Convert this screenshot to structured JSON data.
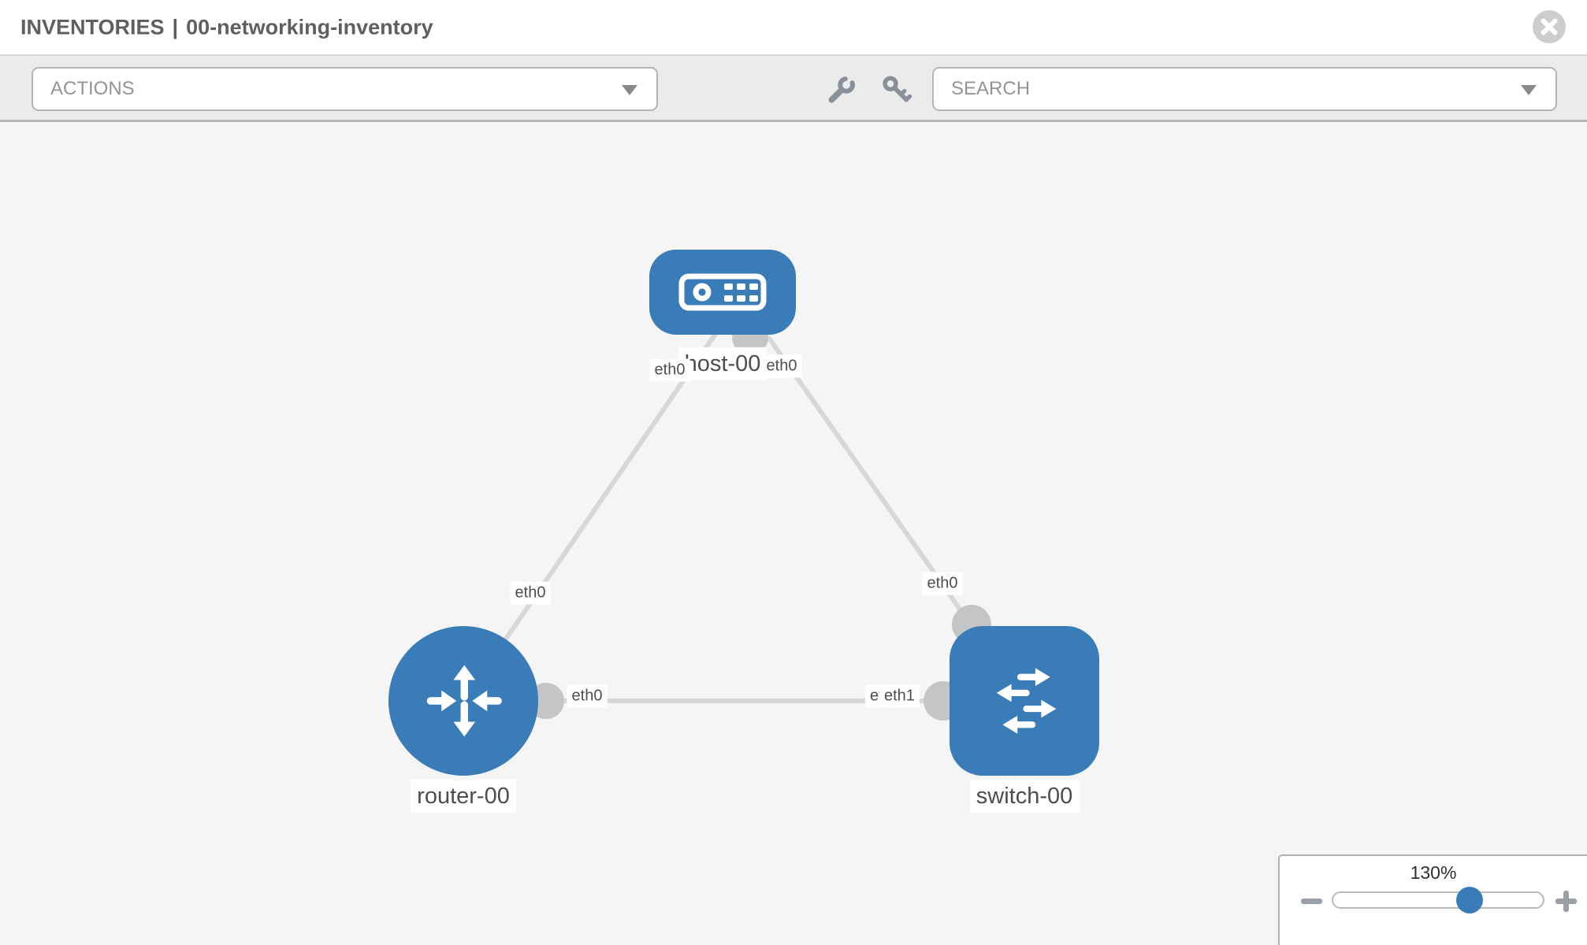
{
  "header": {
    "title_section": "INVENTORIES",
    "separator": "|",
    "inventory_name": "00-networking-inventory"
  },
  "toolbar": {
    "actions_label": "ACTIONS",
    "search_placeholder": "SEARCH"
  },
  "icons": {
    "close": "circle-x",
    "wrench": "wrench",
    "key": "key",
    "caret": "triangle-down",
    "zoom_out": "minus",
    "zoom_in": "plus",
    "host_glyph": "server-appliance",
    "router_glyph": "four-way-arrows",
    "switch_glyph": "alternating-arrows"
  },
  "topology": {
    "nodes": [
      {
        "id": "host-00",
        "label": "host-00",
        "type": "host"
      },
      {
        "id": "router-00",
        "label": "router-00",
        "type": "router"
      },
      {
        "id": "switch-00",
        "label": "switch-00",
        "type": "switch"
      }
    ],
    "links": [
      {
        "from": "host-00",
        "to": "router-00",
        "from_interface": "eth0",
        "to_interface": "eth0"
      },
      {
        "from": "host-00",
        "to": "switch-00",
        "from_interface": "eth0",
        "to_interface": "eth0"
      },
      {
        "from": "router-00",
        "to": "switch-00",
        "from_interface": "eth0",
        "to_interface": "eth1"
      }
    ],
    "interfaces": [
      {
        "text": "eth0",
        "node": "host-00",
        "link": "host-router"
      },
      {
        "text": "eth0",
        "node": "host-00",
        "link": "host-switch"
      },
      {
        "text": "eth0",
        "node": "router-00",
        "link": "host-router"
      },
      {
        "text": "eth0",
        "node": "router-00",
        "link": "router-switch"
      },
      {
        "text": "eth0",
        "node": "switch-00",
        "link": "router-switch"
      },
      {
        "text": "eth1",
        "node": "switch-00",
        "link": "router-switch"
      },
      {
        "text": "eth0",
        "node": "switch-00",
        "link": "host-switch"
      }
    ]
  },
  "zoom_control": {
    "value": "130%",
    "percent": 130
  },
  "colors": {
    "node_blue": "#3a7cb8",
    "link_gray": "#d7d7d7",
    "port_gray": "#c5c5c5",
    "canvas_bg": "#f5f5f5",
    "toolbar_bg": "#ebebeb",
    "knob_blue": "#3a7cb8"
  }
}
